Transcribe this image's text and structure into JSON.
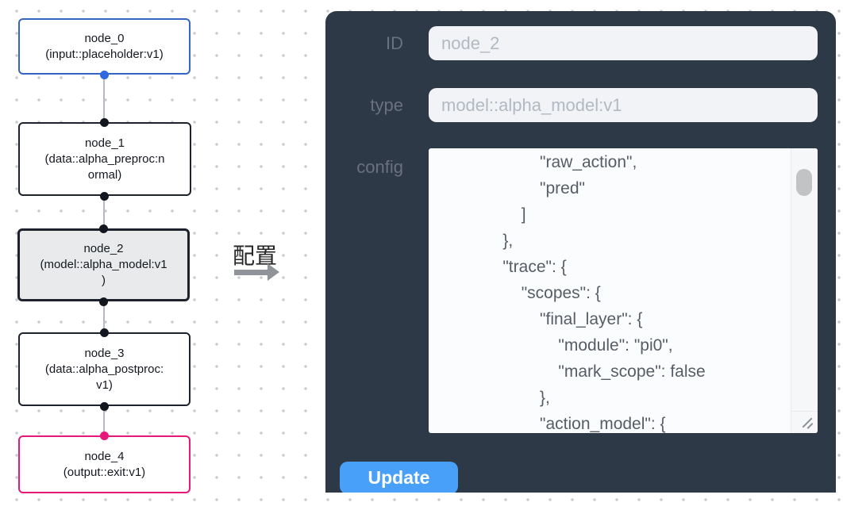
{
  "flow": {
    "nodes": [
      {
        "id": "node_0",
        "lines": [
          "node_0",
          "(input::placeholder:v1)"
        ]
      },
      {
        "id": "node_1",
        "lines": [
          "node_1",
          "(data::alpha_preproc:n",
          "ormal)"
        ]
      },
      {
        "id": "node_2",
        "lines": [
          "node_2",
          "(model::alpha_model:v1",
          ")"
        ],
        "selected": true
      },
      {
        "id": "node_3",
        "lines": [
          "node_3",
          "(data::alpha_postproc:",
          "v1)"
        ]
      },
      {
        "id": "node_4",
        "lines": [
          "node_4",
          "(output::exit:v1)"
        ]
      }
    ],
    "port_colors": {
      "input_node": "#3068e0",
      "default": "#12161f",
      "output_node": "#e8187a"
    },
    "node_border_colors": {
      "input": "#3565c4",
      "default": "#1e222c",
      "output": "#e8187a",
      "selected_bg": "#e9eaeb"
    }
  },
  "annotation": {
    "label": "配置"
  },
  "panel": {
    "background": "#2e3947",
    "fields": [
      {
        "label": "ID",
        "value": "node_2"
      },
      {
        "label": "type",
        "value": "model::alpha_model:v1"
      }
    ],
    "config": {
      "label": "config",
      "text": "                        \"raw_action\",\n                        \"pred\"\n                    ]\n                },\n                \"trace\": {\n                    \"scopes\": {\n                        \"final_layer\": {\n                            \"module\": \"pi0\",\n                            \"mark_scope\": false\n                        },\n                        \"action_model\": {"
    },
    "update_button": {
      "label": "Update",
      "color": "#49a0f8"
    }
  }
}
